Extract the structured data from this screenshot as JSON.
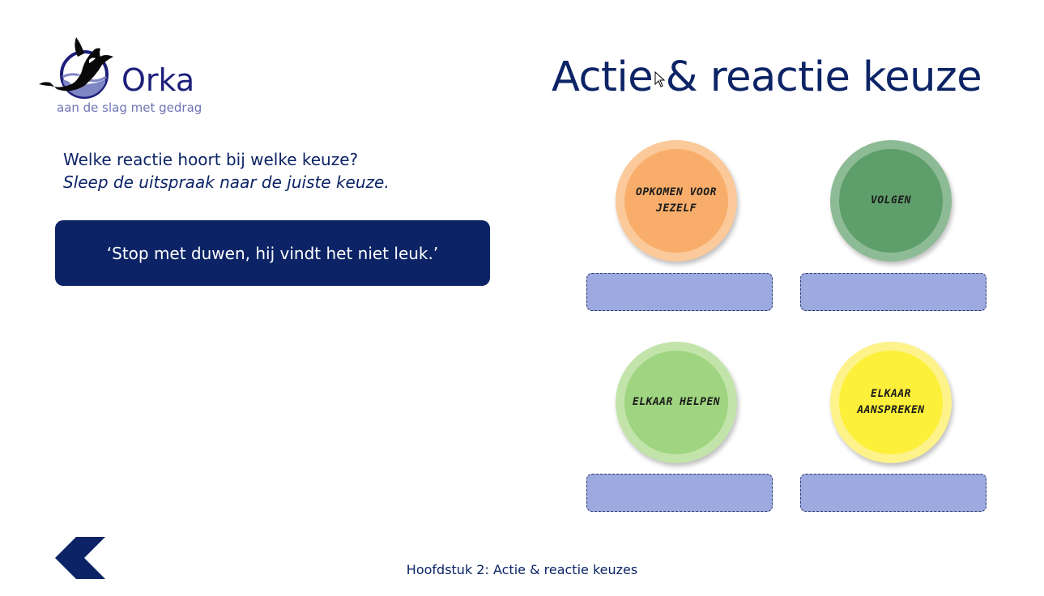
{
  "logo": {
    "word": "Orka",
    "tagline": "aan de slag met gedrag"
  },
  "title": "Actie & reactie keuze",
  "question": "Welke reactie hoort bij welke keuze?",
  "instruction": "Sleep de uitspraak naar de juiste keuze.",
  "statement": "‘Stop met duwen, hij vindt het niet leuk.’",
  "choices": [
    {
      "label": "OPKOMEN VOOR JEZELF",
      "color": "#f8ae6a",
      "ring": "#fbc99a"
    },
    {
      "label": "VOLGEN",
      "color": "#5e9e6a",
      "ring": "#8dbb95"
    },
    {
      "label": "ELKAAR HELPEN",
      "color": "#9fd480",
      "ring": "#c2e4aa"
    },
    {
      "label": "ELKAAR AANSPREKEN",
      "color": "#fcf03a",
      "ring": "#fdf38a"
    }
  ],
  "footer": "Hoofdstuk 2: Actie & reactie keuzes",
  "colors": {
    "navy": "#0c2466",
    "drop_zone": "#9daae0"
  },
  "icons": {
    "back": "chevron-left-icon",
    "logo": "orca-logo-icon"
  }
}
